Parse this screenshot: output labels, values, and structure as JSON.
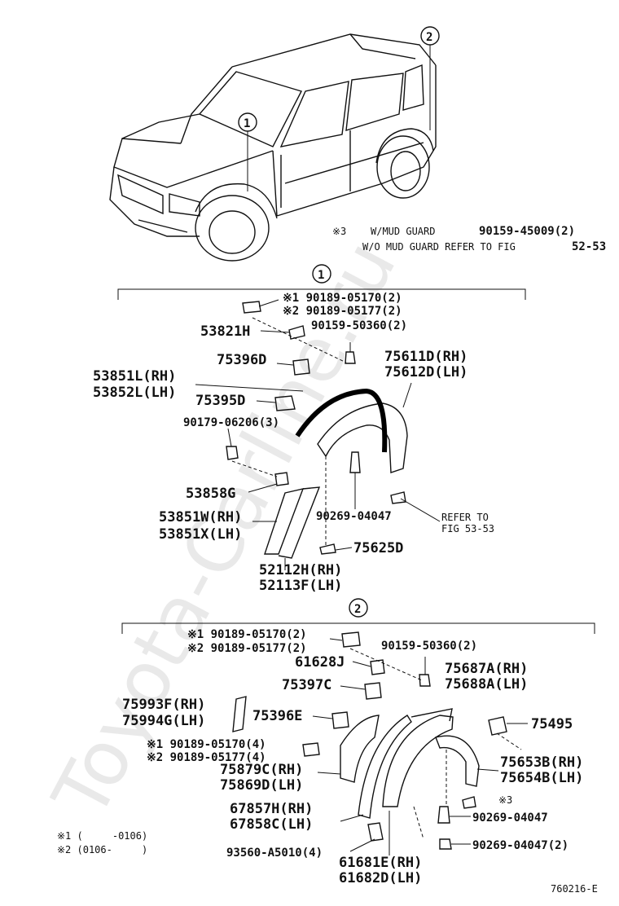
{
  "watermark": "Toyota-Carline.ru",
  "diagram_id": "760216-E",
  "callouts": {
    "c1": "1",
    "c2": "2"
  },
  "top_notes": {
    "mud_guard_mark": "※3",
    "mud_guard_text": "W/MUD GUARD",
    "mud_guard_part": "90159-45009(2)",
    "no_mud_guard": "W/O MUD GUARD REFER TO FIG",
    "no_mud_guard_fig": "52-53"
  },
  "section1": {
    "label": "1",
    "parts": [
      {
        "id": "s1_a",
        "text": "※1 90189-05170(2)"
      },
      {
        "id": "s1_b",
        "text": "※2 90189-05177(2)"
      },
      {
        "id": "s1_c",
        "text": "90159-50360(2)"
      },
      {
        "id": "s1_d",
        "text": "53821H"
      },
      {
        "id": "s1_e",
        "text": "75396D"
      },
      {
        "id": "s1_f",
        "text": "75611D(RH)"
      },
      {
        "id": "s1_g",
        "text": "75612D(LH)"
      },
      {
        "id": "s1_h",
        "text": "53851L(RH)"
      },
      {
        "id": "s1_i",
        "text": "53852L(LH)"
      },
      {
        "id": "s1_j",
        "text": "75395D"
      },
      {
        "id": "s1_k",
        "text": "90179-06206(3)"
      },
      {
        "id": "s1_l",
        "text": "53858G"
      },
      {
        "id": "s1_m",
        "text": "53851W(RH)"
      },
      {
        "id": "s1_n",
        "text": "53851X(LH)"
      },
      {
        "id": "s1_o",
        "text": "90269-04047"
      },
      {
        "id": "s1_p",
        "text": "REFER TO"
      },
      {
        "id": "s1_q",
        "text": "FIG 53-53"
      },
      {
        "id": "s1_r",
        "text": "75625D"
      },
      {
        "id": "s1_s",
        "text": "52112H(RH)"
      },
      {
        "id": "s1_t",
        "text": "52113F(LH)"
      }
    ]
  },
  "section2": {
    "label": "2",
    "parts": [
      {
        "id": "s2_a",
        "text": "※1 90189-05170(2)"
      },
      {
        "id": "s2_b",
        "text": "※2 90189-05177(2)"
      },
      {
        "id": "s2_c",
        "text": "90159-50360(2)"
      },
      {
        "id": "s2_d",
        "text": "61628J"
      },
      {
        "id": "s2_e",
        "text": "75397C"
      },
      {
        "id": "s2_f",
        "text": "75687A(RH)"
      },
      {
        "id": "s2_g",
        "text": "75688A(LH)"
      },
      {
        "id": "s2_h",
        "text": "75993F(RH)"
      },
      {
        "id": "s2_i",
        "text": "75994G(LH)"
      },
      {
        "id": "s2_j",
        "text": "75396E"
      },
      {
        "id": "s2_k",
        "text": "75495"
      },
      {
        "id": "s2_l",
        "text": "※1 90189-05170(4)"
      },
      {
        "id": "s2_m",
        "text": "※2 90189-05177(4)"
      },
      {
        "id": "s2_n",
        "text": "75879C(RH)"
      },
      {
        "id": "s2_o",
        "text": "75869D(LH)"
      },
      {
        "id": "s2_p",
        "text": "75653B(RH)"
      },
      {
        "id": "s2_q",
        "text": "75654B(LH)"
      },
      {
        "id": "s2_r",
        "text": "※3"
      },
      {
        "id": "s2_s",
        "text": "67857H(RH)"
      },
      {
        "id": "s2_t",
        "text": "67858C(LH)"
      },
      {
        "id": "s2_u",
        "text": "90269-04047"
      },
      {
        "id": "s2_v",
        "text": "90269-04047(2)"
      },
      {
        "id": "s2_w",
        "text": "93560-A5010(4)"
      },
      {
        "id": "s2_x",
        "text": "61681E(RH)"
      },
      {
        "id": "s2_y",
        "text": "61682D(LH)"
      }
    ]
  },
  "legend": {
    "l1": "※1 (     -0106)",
    "l2": "※2 (0106-     )"
  }
}
